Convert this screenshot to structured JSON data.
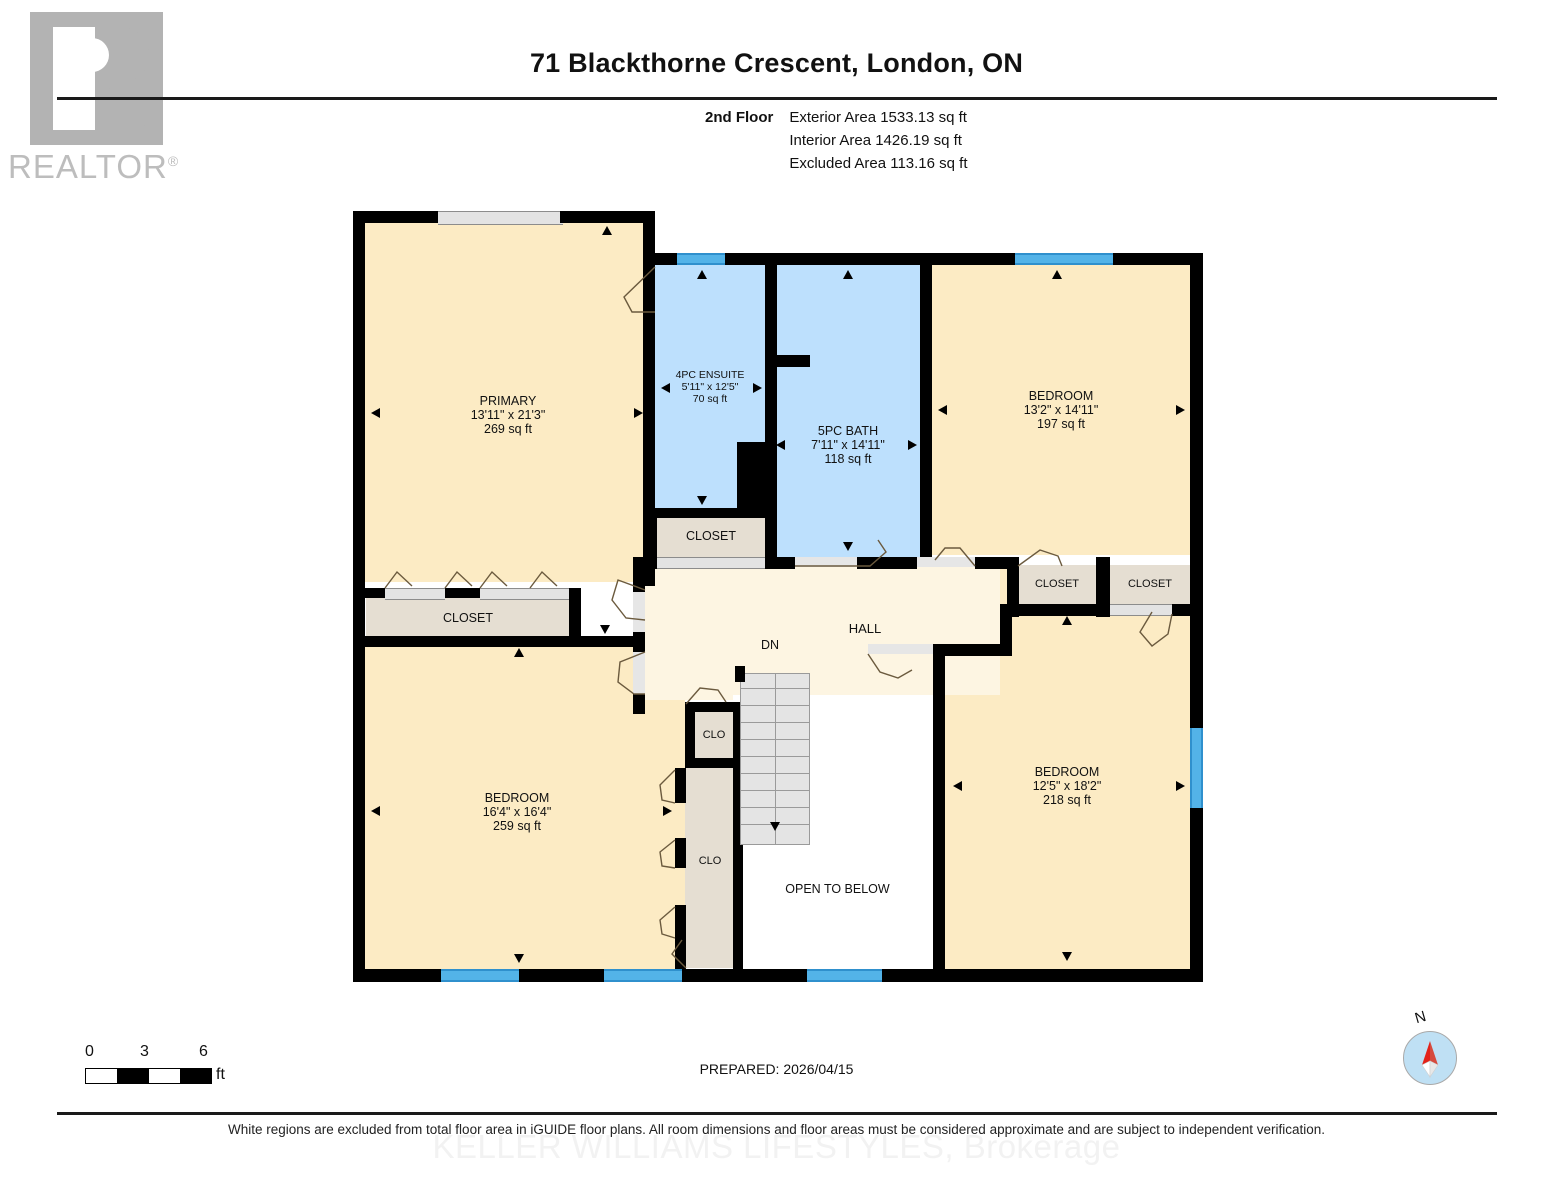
{
  "logo": {
    "text": "REALTOR",
    "mark": "registered-trademark"
  },
  "header": {
    "title": "71 Blackthorne Crescent, London, ON",
    "floor_label": "2nd Floor",
    "areas": [
      "Exterior Area 1533.13 sq ft",
      "Interior Area 1426.19 sq ft",
      "Excluded Area 113.16 sq ft"
    ]
  },
  "rooms": {
    "primary": {
      "name": "PRIMARY",
      "dims": "13'11\" x 21'3\"",
      "area": "269 sq ft"
    },
    "ensuite": {
      "name": "4PC ENSUITE",
      "dims": "5'11\" x 12'5\"",
      "area": "70 sq ft"
    },
    "bath": {
      "name": "5PC BATH",
      "dims": "7'11\" x 14'11\"",
      "area": "118 sq ft"
    },
    "bedroom_tr": {
      "name": "BEDROOM",
      "dims": "13'2\" x 14'11\"",
      "area": "197 sq ft"
    },
    "bedroom_bl": {
      "name": "BEDROOM",
      "dims": "16'4\" x 16'4\"",
      "area": "259 sq ft"
    },
    "bedroom_br": {
      "name": "BEDROOM",
      "dims": "12'5\" x 18'2\"",
      "area": "218 sq ft"
    },
    "hall": {
      "name": "HALL"
    },
    "open_below": {
      "name": "OPEN TO BELOW"
    },
    "stairs_dn": {
      "name": "DN"
    }
  },
  "closets": {
    "primary_closet": "CLOSET",
    "ensuite_closet": "CLOSET",
    "closet_right_1": "CLOSET",
    "closet_right_2": "CLOSET",
    "clo_upper": "CLO",
    "clo_lower": "CLO"
  },
  "footer": {
    "scale_ticks": [
      "0",
      "3",
      "6"
    ],
    "scale_unit": "ft",
    "prepared": "PREPARED: 2026/04/15",
    "disclaimer": "White regions are excluded from total floor area in iGUIDE floor plans. All room dimensions and floor areas must be considered approximate and are subject to independent verification.",
    "watermark": "KELLER WILLIAMS LIFESTYLES, Brokerage",
    "compass_north": "N"
  },
  "colors": {
    "room_fill": "#fcebc4",
    "bath_fill": "#bde0fd",
    "closet_fill": "#e5ded2",
    "hall_fill": "#fdf5e2",
    "wall": "#000000",
    "window": "#53b3e8",
    "excluded": "#ffffff"
  }
}
